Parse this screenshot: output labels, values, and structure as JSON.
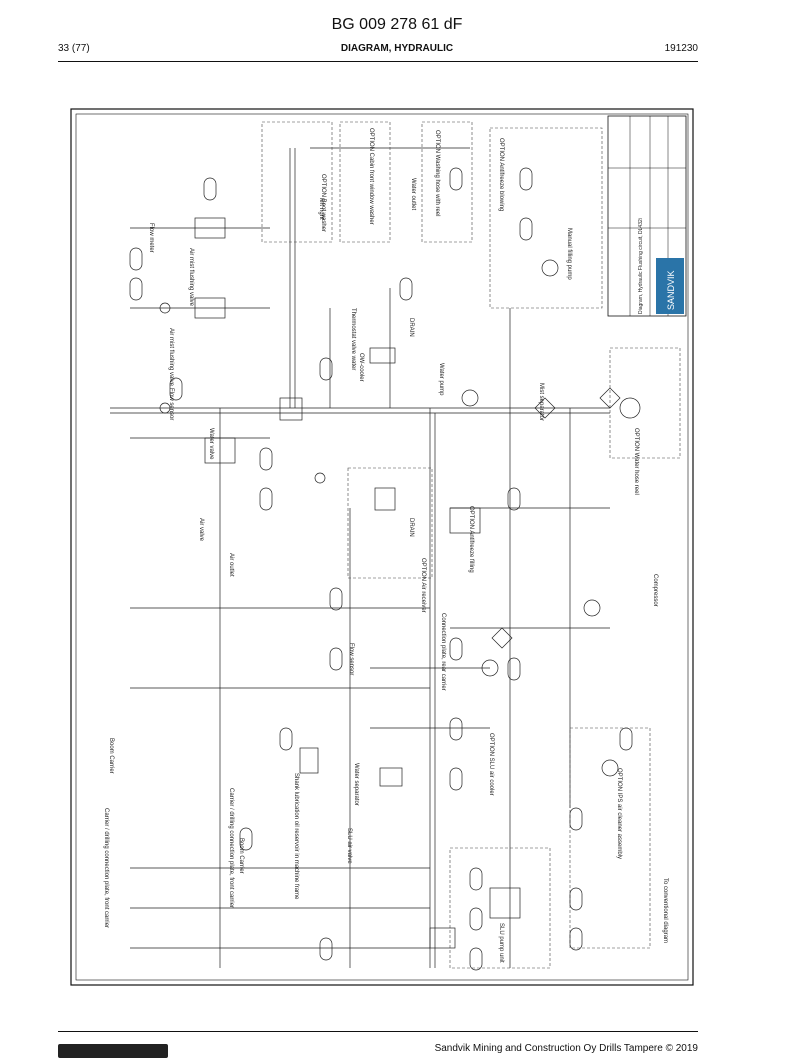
{
  "document": {
    "number": "BG 009 278 61 dF",
    "page": "33 (77)",
    "section": "DIAGRAM, HYDRAULIC",
    "date": "191230",
    "footer": "Sandvik Mining and Construction Oy Drills Tampere © 2019"
  },
  "diagram": {
    "labels": {
      "option_boot_washer": "OPTION Boot washer",
      "left": "left",
      "right": "right",
      "option_cabin_front_window_washer": "OPTION Cabin front window washer",
      "water_outlet": "Water outlet",
      "option_washing_hose_with_reel": "OPTION Washing hose with reel",
      "option_antifreeze_blowing": "OPTION Antifreeze blowing",
      "manual_filling_pump": "Manual filling pump",
      "flow_meter": "Flow meter",
      "air_mist_flushing_valve_1": "Air mist flushing valve",
      "air_mist_flushing_valve_2": "Air mist flushing valve",
      "thermostat_valve_water": "Thermostat valve water",
      "ow_cooler": "OW-cooler",
      "drain_1": "DRAIN",
      "water_pump": "Water pump",
      "flow_sensor_1": "Flow sensor",
      "water_valve": "Water valve",
      "mist_separator": "Mist separator",
      "option_water_hose_reel": "OPTION Water hose reel",
      "air_valve": "Air valve",
      "air_outlet": "Air outlet",
      "drain_2": "DRAIN",
      "option_air_receiver": "OPTION Air receiver",
      "option_antifreeze_filling": "OPTION Antifreeze filling",
      "compressor": "Compressor",
      "connection_plate_rear_carrier": "Connection plate, rear carrier",
      "flow_sensor_2": "Flow sensor",
      "boom_carrier_1": "Boom Carrier",
      "carrier_drilling_connection_plate_front_carrier_1": "Carrier / drilling connection plate, front carrier",
      "option_slu_air_cooler": "OPTION SLU air cooler",
      "water_separator": "Water separator",
      "shank_lubrication_oil_reservoir": "Shank lubrication oil reservoir in machine frame",
      "carrier_drilling_connection_plate_front_carrier_2": "Carrier / drilling connection plate, front carrier",
      "boom_carrier_2": "Boom Carrier",
      "option_ips_air_cleaner_assembly": "OPTION IPS air cleaner assembly",
      "slu_air_valve": "SLU air valve",
      "slu_pump_unit": "SLU pump unit",
      "to_conventional_diagram": "To conventional diagram",
      "title_block_company": "SANDVIK",
      "title_block_title": "Diagram, Hydraulic Flushing circuit, DL432i"
    }
  }
}
